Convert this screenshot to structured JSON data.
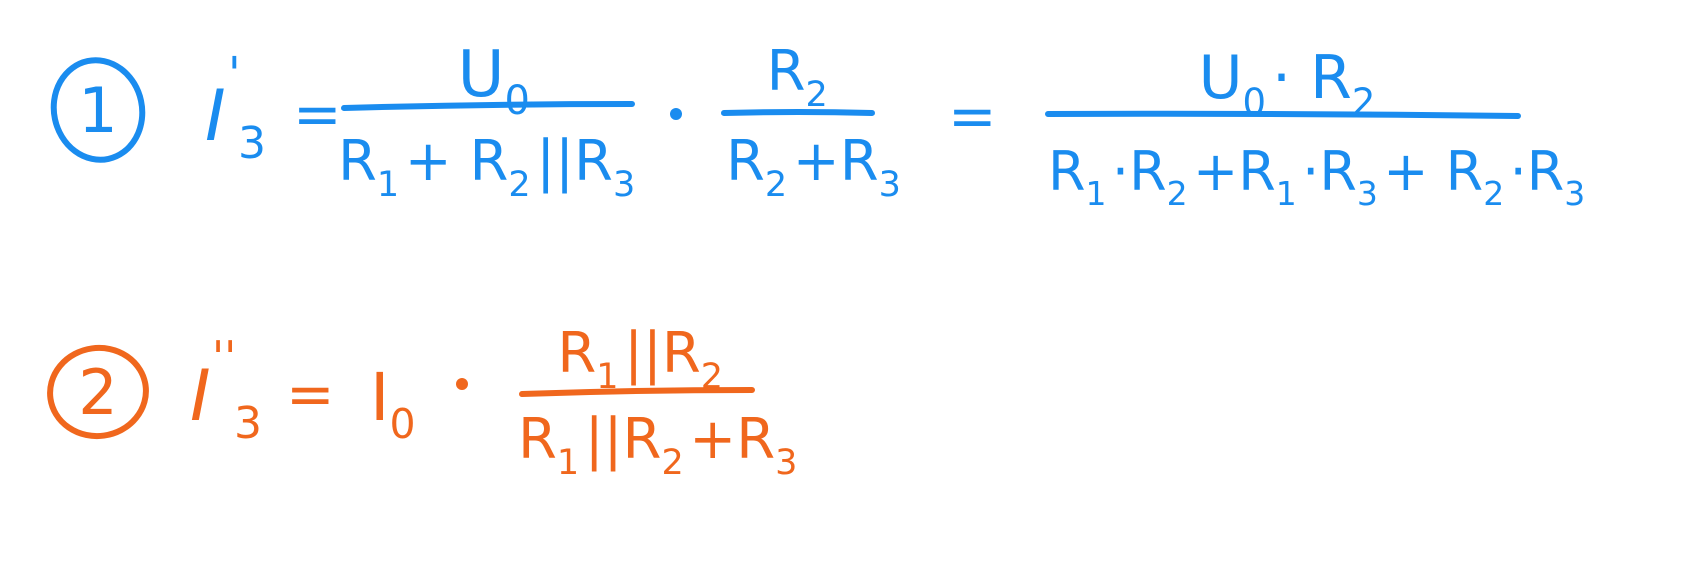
{
  "colors": {
    "blue": "#1a8cef",
    "orange": "#f0671d"
  },
  "equation1": {
    "number": "1",
    "lhs_symbol": "I",
    "lhs_prime": "'",
    "lhs_sub": "3",
    "equals": "=",
    "frac1": {
      "num": "U",
      "num_sub": "0",
      "den": [
        {
          "t": "R",
          "s": "1"
        },
        {
          "t": "+ R",
          "s": "2"
        },
        {
          "t": "||R",
          "s": "3"
        }
      ]
    },
    "dot": "·",
    "frac2": {
      "num": "R",
      "num_sub": "2",
      "den": [
        {
          "t": "R",
          "s": "2"
        },
        {
          "t": "+R",
          "s": "3"
        }
      ]
    },
    "equals2": "=",
    "frac3": {
      "num": [
        {
          "t": "U",
          "s": "0"
        },
        {
          "t": "· R",
          "s": "2"
        }
      ],
      "den": [
        {
          "t": "R",
          "s": "1"
        },
        {
          "t": "·R",
          "s": "2"
        },
        {
          "t": "+R",
          "s": "1"
        },
        {
          "t": "·R",
          "s": "3"
        },
        {
          "t": "+ R",
          "s": "2"
        },
        {
          "t": "·R",
          "s": "3"
        }
      ]
    }
  },
  "equation2": {
    "number": "2",
    "lhs_symbol": "I",
    "lhs_prime": "''",
    "lhs_sub": "3",
    "equals": "=",
    "factor": "I",
    "factor_sub": "0",
    "dot": "·",
    "frac": {
      "num": [
        {
          "t": "R",
          "s": "1"
        },
        {
          "t": "||R",
          "s": "2"
        }
      ],
      "den": [
        {
          "t": "R",
          "s": "1"
        },
        {
          "t": "||R",
          "s": "2"
        },
        {
          "t": "+R",
          "s": "3"
        }
      ]
    }
  }
}
